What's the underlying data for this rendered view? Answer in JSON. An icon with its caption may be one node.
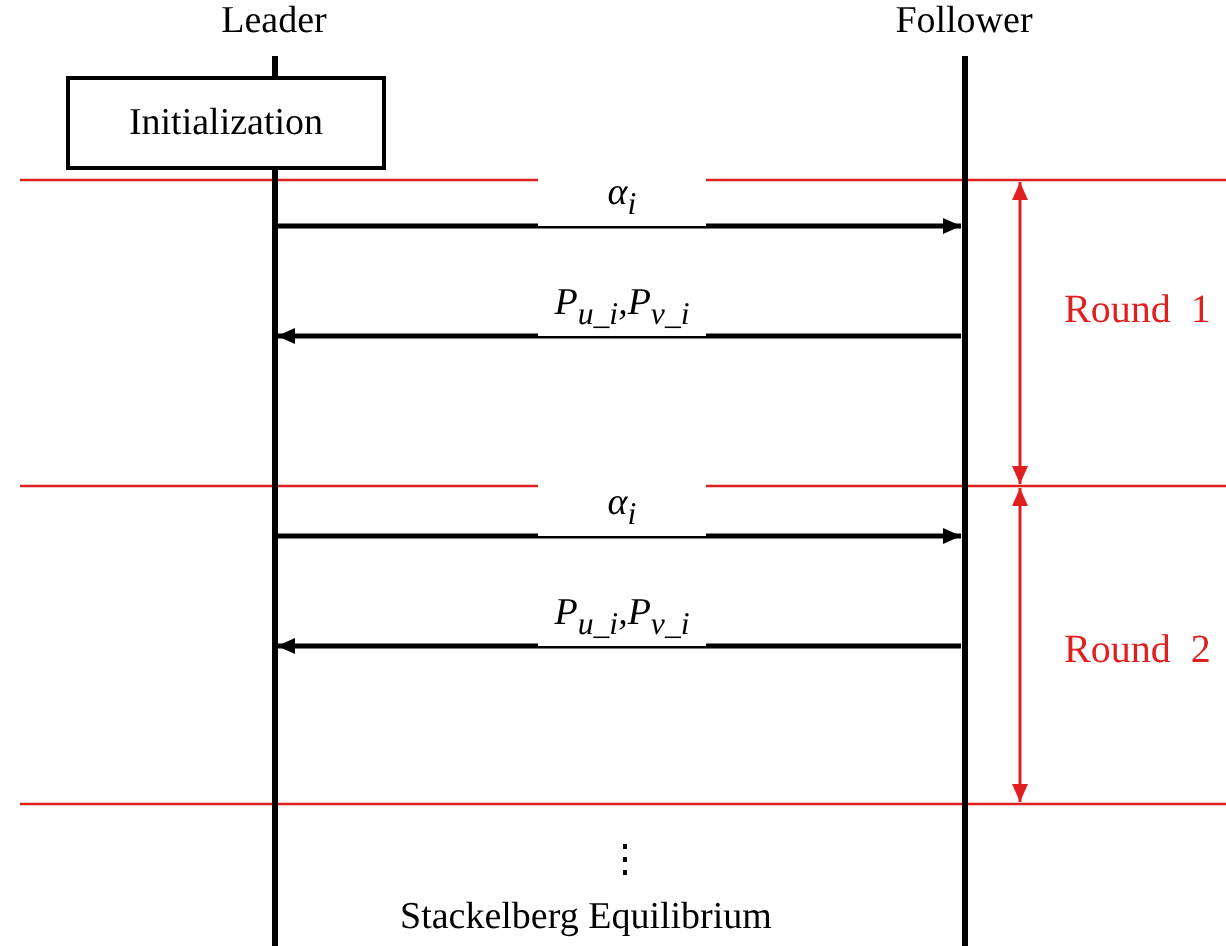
{
  "diagram": {
    "nodes": [
      {
        "text": [
          "Leader"
        ]
      },
      {
        "text": [
          "Follower"
        ]
      },
      {
        "text": [
          "Initialization"
        ]
      }
    ],
    "edges": [
      {
        "from": 0,
        "to": 1,
        "arrow": "to",
        "label": "α$_{i}$"
      },
      {
        "from": 1,
        "to": 0,
        "arrow": "to",
        "label": "P$_{u_i}$,P$_{v_i}$"
      },
      {
        "from": 0,
        "to": 1,
        "arrow": "to",
        "label": "α$_{i}$"
      },
      {
        "from": 1,
        "to": 0,
        "arrow": "to",
        "label": "P$_{u_i}$,P$_{v_i}$"
      }
    ],
    "labels": [
      "Round  1",
      "Round  2",
      "⋮",
      "Stackelberg Equilibrium"
    ]
  }
}
